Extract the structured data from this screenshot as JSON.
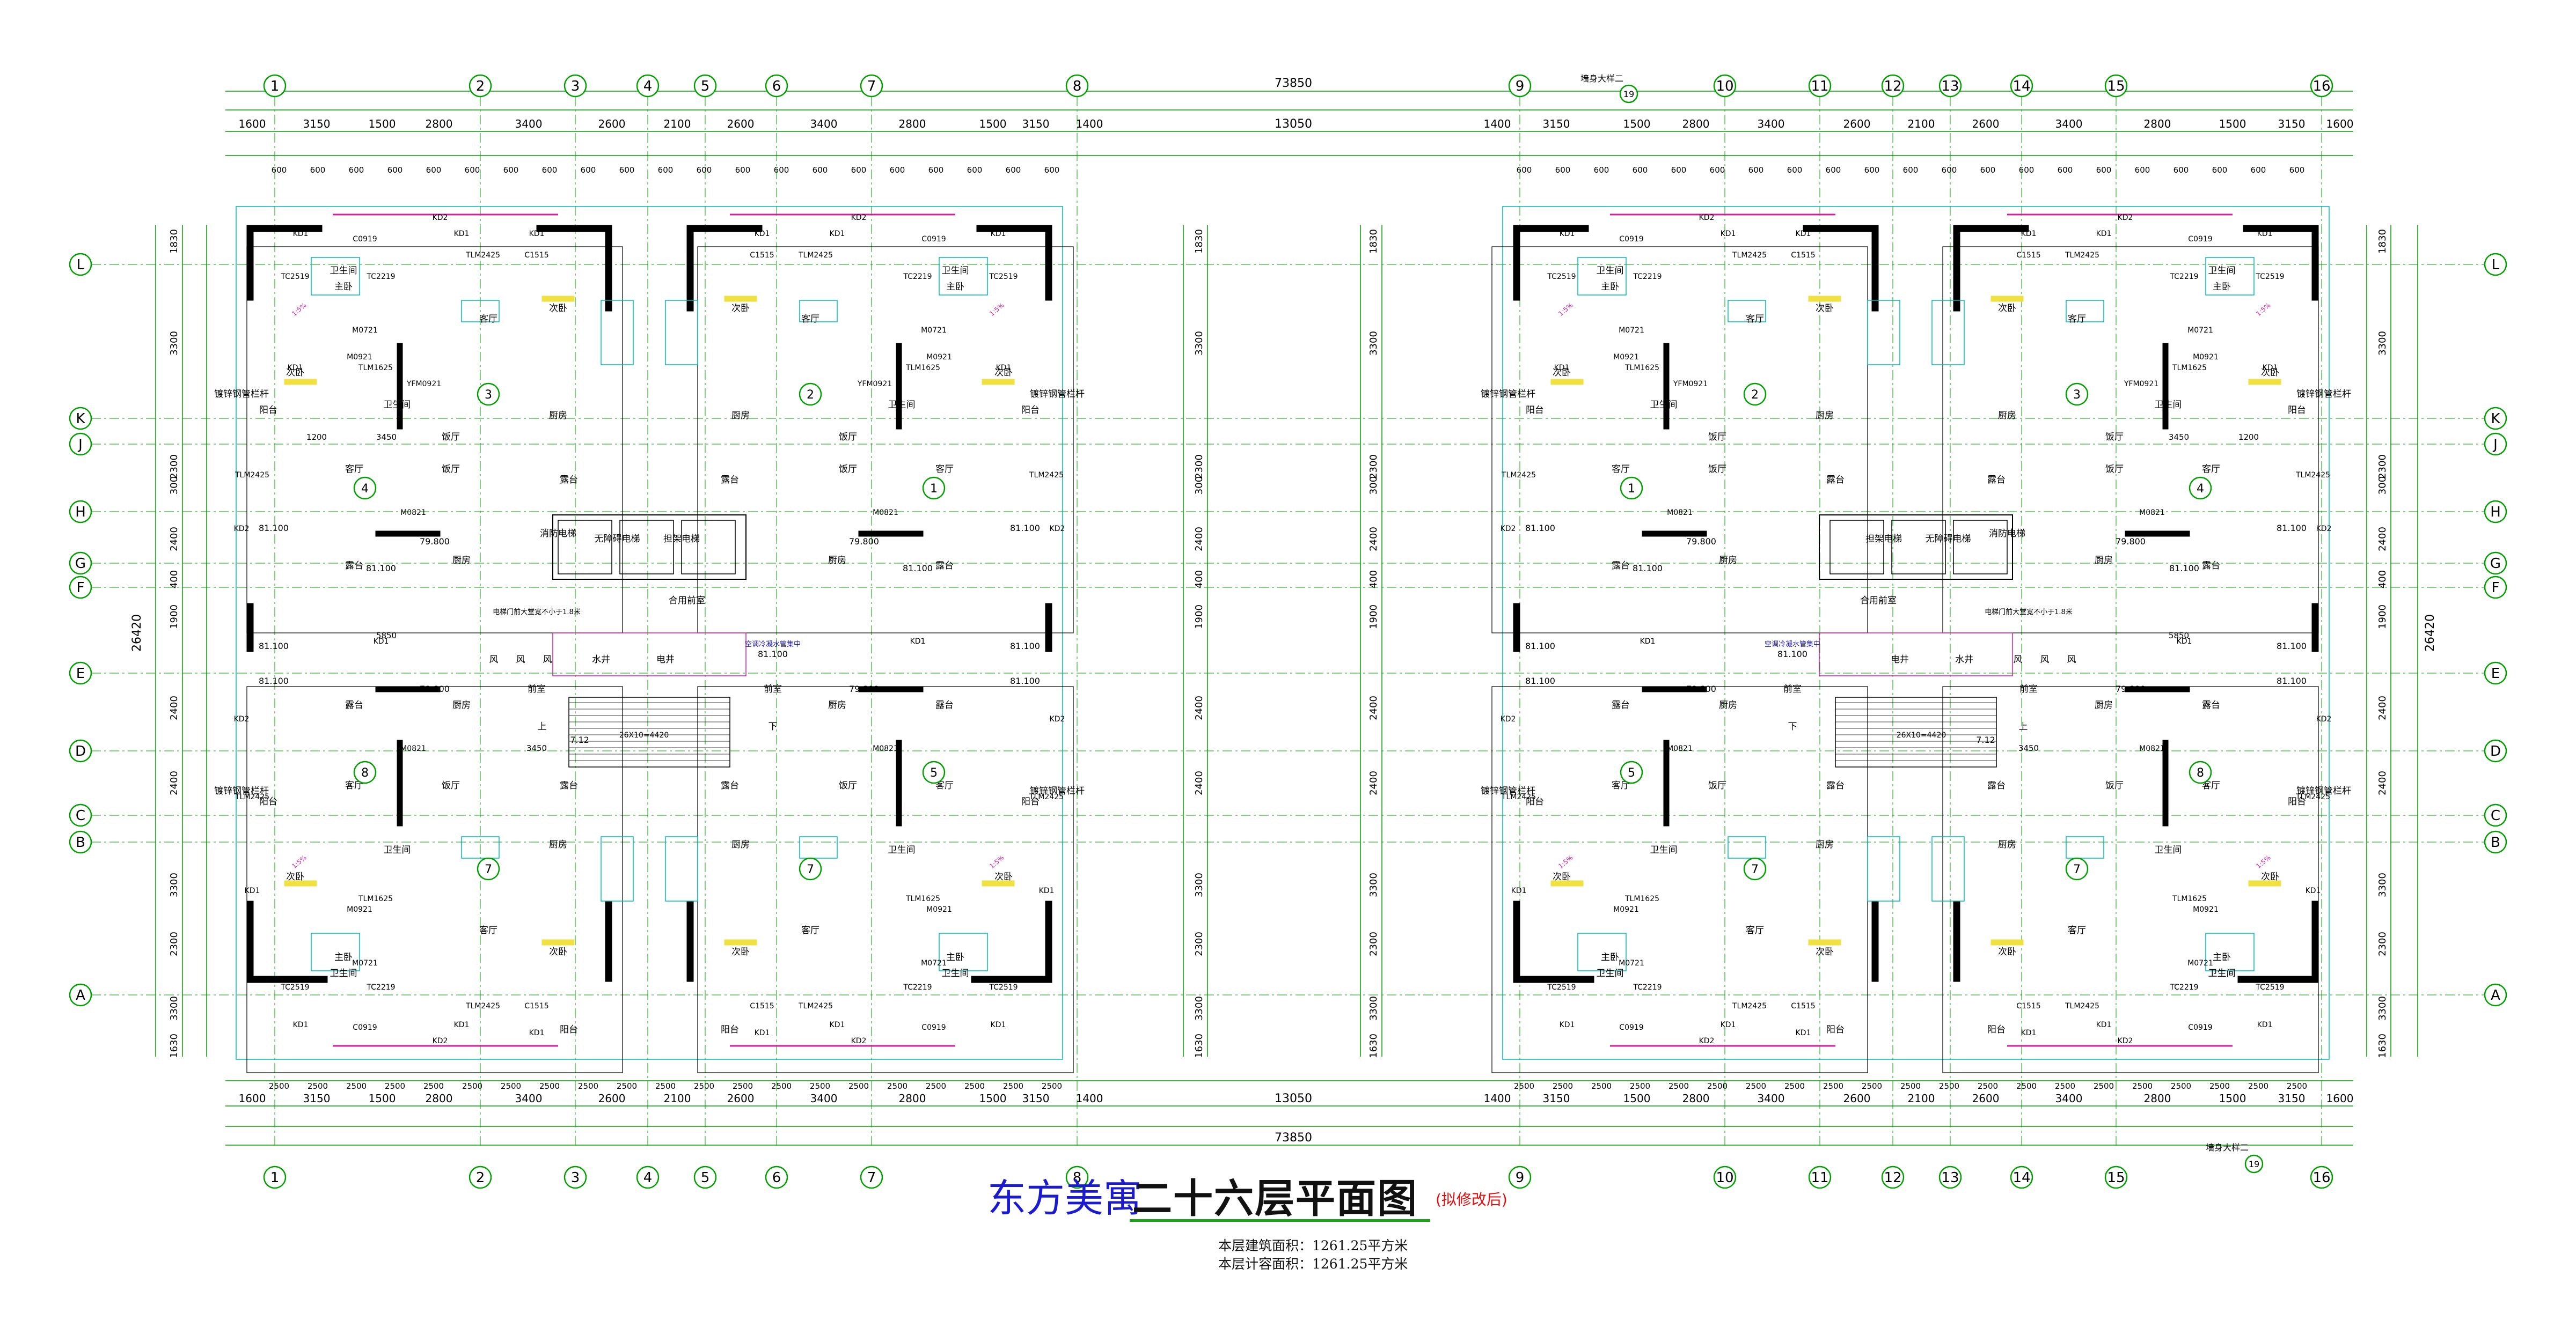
{
  "drawing": {
    "brand": "东方美寓",
    "title": "二十六层平面图",
    "note": "(拟修改后)",
    "area_build": "本层建筑面积：1261.25平方米",
    "area_calc": "本层计容面积：1261.25平方米",
    "overall_width": "73850",
    "middle_gap": "13050",
    "overall_depth": "26420",
    "left_depth": "26420",
    "axis_top_label": "墙身大样二",
    "axis_top_ref": "19",
    "axis_bot_label": "墙身大样二",
    "axis_bot_ref": "19"
  },
  "cols": {
    "west": [
      "1",
      "2",
      "3",
      "4",
      "5",
      "6",
      "7",
      "8"
    ],
    "east": [
      "9",
      "10",
      "11",
      "12",
      "13",
      "14",
      "15",
      "16"
    ]
  },
  "rows": [
    "L",
    "K",
    "J",
    "H",
    "G",
    "F",
    "E",
    "D",
    "C",
    "B",
    "A"
  ],
  "dims": {
    "west": [
      "1600",
      "3150",
      "1500",
      "2800",
      "3400",
      "2600",
      "2100",
      "2600",
      "3400",
      "2800",
      "1500",
      "3150",
      "1400"
    ],
    "east": [
      "1400",
      "3150",
      "1500",
      "2800",
      "3400",
      "2600",
      "2100",
      "2600",
      "3400",
      "2800",
      "1500",
      "3150",
      "1600"
    ],
    "row_left": [
      "1830",
      "3300",
      "2300",
      "300",
      "2400",
      "400",
      "1900",
      "2400",
      "2400",
      "3300",
      "2300",
      "3300",
      "1630"
    ]
  },
  "rooms": {
    "master": "主卧",
    "second": "次卧",
    "living": "客厅",
    "dining": "饭厅",
    "kitchen": "厨房",
    "bath": "卫生间",
    "balcony": "阳台",
    "terrace": "露台",
    "elevator_a": "消防电梯",
    "elevator_b": "无障碍电梯",
    "elevator_c": "担架电梯",
    "lobby": "合用前室",
    "front": "前室",
    "water": "水井",
    "power": "电井",
    "wind": "风",
    "up": "上",
    "down": "下",
    "railing": "镀锌钢管栏杆",
    "shaft_note": "空调冷凝水管集中",
    "door_note": "电梯门前大堂宽不小于1.8米"
  },
  "labels": {
    "win_a": "TC2519",
    "win_b": "TC2219",
    "win_c": "C0919",
    "win_d": "C1515",
    "door_a": "TLM2425",
    "door_b": "TLM1625",
    "door_c": "M0721",
    "door_d": "M0921",
    "door_e": "M0821",
    "door_f": "YFM0921",
    "kd1": "KD1",
    "kd2": "KD2",
    "elev_80": "79.800",
    "elev_81": "81.100",
    "elev_71": "7.12",
    "stair": "26X10=4420",
    "sl": "1:5%",
    "dim_large": "3450",
    "dim_small": "1200",
    "dim_5850": "5850",
    "dim_600": "600",
    "dim_2500": "2500"
  },
  "units": [
    "1",
    "2",
    "3",
    "4",
    "5",
    "7",
    "8"
  ],
  "colors": {
    "axis": "#00a000",
    "wall": "#000000",
    "fixture": "#00b8b8",
    "door": "#d020a0",
    "text": "#000000",
    "label": "#1818c0",
    "highlight": "#f0e040",
    "accent": "#e01010"
  }
}
